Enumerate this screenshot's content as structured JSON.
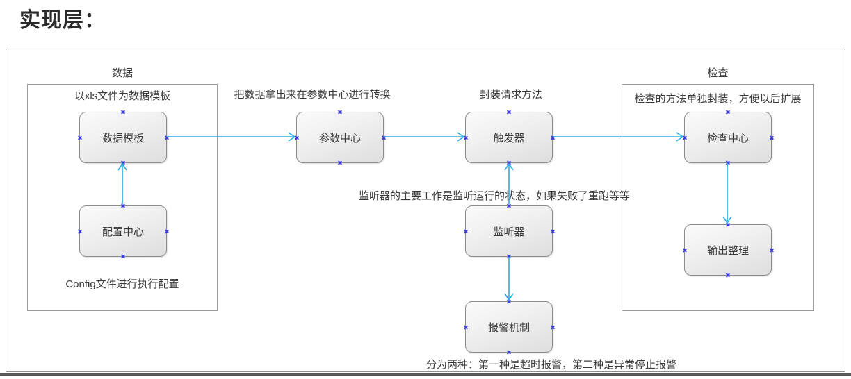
{
  "page": {
    "title": "实现层："
  },
  "diagram": {
    "groups": [
      {
        "id": "data",
        "label": "数据",
        "note_top": "以xls文件为数据模板",
        "note_bottom": "Config文件进行执行配置"
      },
      {
        "id": "check",
        "label": "检查",
        "note_top": "检查的方法单独封装，方便以后扩展"
      }
    ],
    "nodes": [
      {
        "id": "data-template",
        "label": "数据模板"
      },
      {
        "id": "config-center",
        "label": "配置中心"
      },
      {
        "id": "param-center",
        "label": "参数中心"
      },
      {
        "id": "trigger",
        "label": "触发器"
      },
      {
        "id": "listener",
        "label": "监听器"
      },
      {
        "id": "alarm",
        "label": "报警机制"
      },
      {
        "id": "check-center",
        "label": "检查中心"
      },
      {
        "id": "output-sort",
        "label": "输出整理"
      }
    ],
    "annotations": [
      {
        "id": "param-note",
        "text": "把数据拿出来在参数中心进行转换"
      },
      {
        "id": "trigger-note",
        "text": "封装请求方法"
      },
      {
        "id": "listener-note",
        "text": "监听器的主要工作是监听运行的状态，如果失败了重跑等等"
      },
      {
        "id": "alarm-note",
        "text": "分为两种：第一种是超时报警，第二种是异常停止报警"
      }
    ],
    "edges": [
      {
        "from": "config-center",
        "to": "data-template",
        "arrow": "up"
      },
      {
        "from": "data-template",
        "to": "param-center",
        "arrow": "right"
      },
      {
        "from": "param-center",
        "to": "trigger",
        "arrow": "right"
      },
      {
        "from": "trigger",
        "to": "check-center",
        "arrow": "right"
      },
      {
        "from": "listener",
        "to": "trigger",
        "arrow": "up"
      },
      {
        "from": "listener",
        "to": "alarm",
        "arrow": "down"
      },
      {
        "from": "check-center",
        "to": "output-sort",
        "arrow": "down"
      }
    ],
    "colors": {
      "arrow": "#29abe2",
      "connection_marker": "#3a3ad9",
      "node_border": "#8c8c8c",
      "group_border": "#9b9b9b"
    }
  }
}
